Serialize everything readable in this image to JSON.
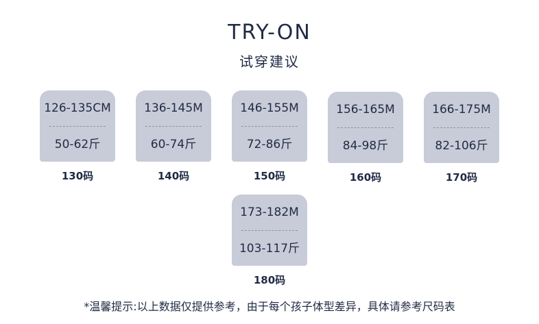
{
  "title": "TRY-ON",
  "subtitle": "试穿建议",
  "cards": [
    {
      "height": "126-135CM",
      "weight": "50-62斤",
      "size": "130码"
    },
    {
      "height": "136-145M",
      "weight": "60-74斤",
      "size": "140码"
    },
    {
      "height": "146-155M",
      "weight": "72-86斤",
      "size": "150码"
    },
    {
      "height": "156-165M",
      "weight": "84-98斤",
      "size": "160码"
    },
    {
      "height": "166-175M",
      "weight": "82-106斤",
      "size": "170码"
    },
    {
      "height": "173-182M",
      "weight": "103-117斤",
      "size": "180码"
    }
  ],
  "footnote": "*温馨提示:以上数据仅提供参考，由于每个孩子体型差异，具体请参考尺码表",
  "colors": {
    "card": "#c8ccd8",
    "text": "#1f2a44",
    "background": "#ffffff"
  }
}
